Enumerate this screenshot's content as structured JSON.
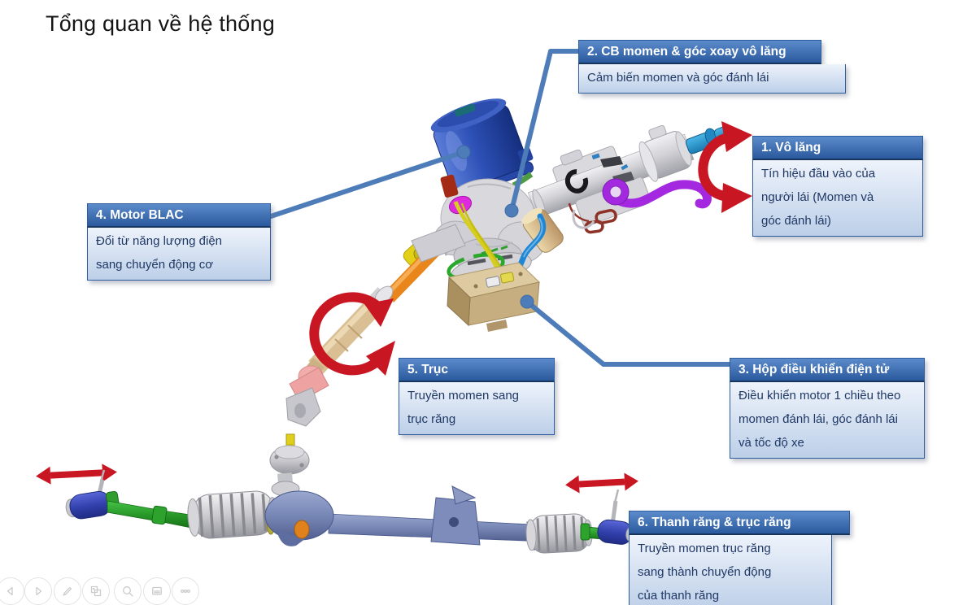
{
  "slide": {
    "title": "Tổng quan về hệ thống"
  },
  "callouts": [
    {
      "title": "1. Vô lăng",
      "description": "Tín hiệu đầu vào của\nngười lái (Momen và\ngóc đánh lái)"
    },
    {
      "title": "2. CB momen & góc xoay vô lăng",
      "description": "Cảm biến momen và góc đánh lái"
    },
    {
      "title": "3. Hộp điều khiển điện tử",
      "description": "Điều khiển motor 1 chiều theo\nmomen đánh lái, góc đánh lái\nvà tốc độ xe"
    },
    {
      "title": "4. Motor BLAC",
      "description": "Đổi từ năng lượng điện\nsang chuyển động cơ"
    },
    {
      "title": "5. Trục",
      "description": "Truyền momen sang\ntrục răng"
    },
    {
      "title": "6. Thanh răng & trục răng",
      "description": "Truyền momen trục răng\nsang thành chuyển động\ncủa thanh răng"
    }
  ],
  "toolbar": {
    "buttons": [
      {
        "icon": "previous-arrow-icon",
        "action": "previous"
      },
      {
        "icon": "next-arrow-icon",
        "action": "next"
      },
      {
        "icon": "pen-icon",
        "action": "pen"
      },
      {
        "icon": "copy-slides-icon",
        "action": "copy-slide"
      },
      {
        "icon": "magnifier-icon",
        "action": "zoom"
      },
      {
        "icon": "display-icon",
        "action": "display"
      },
      {
        "icon": "ellipsis-icon",
        "action": "more"
      }
    ]
  },
  "colors": {
    "accent_blue": "#4d7cb8",
    "callout_header_top": "#5c8bcb",
    "callout_header_bottom": "#2a5a9d",
    "callout_border": "#2e5c9e",
    "callout_body_top": "#eef3fb",
    "callout_body_bottom": "#bccfe8",
    "callout_body_text": "#1f3864",
    "arrow_red": "#c81622",
    "toolbar_gray": "#cbcbcb"
  }
}
